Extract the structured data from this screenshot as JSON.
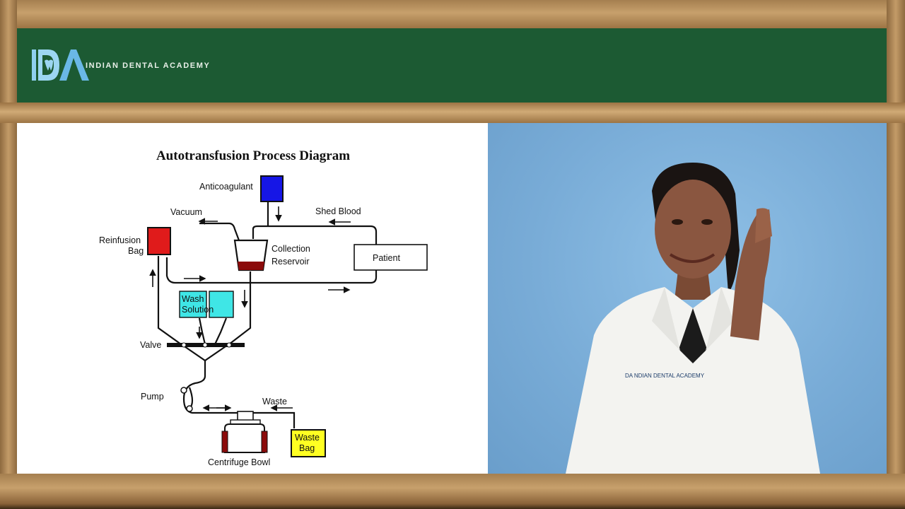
{
  "header": {
    "brand_name": "INDIAN DENTAL ACADEMY",
    "logo_letters": "IDA",
    "banner_color": "#1c5a33"
  },
  "diagram": {
    "title": "Autotransfusion Process Diagram",
    "labels": {
      "anticoagulant": "Anticoagulant",
      "vacuum": "Vacuum",
      "shed_blood": "Shed Blood",
      "reinfusion_line1": "Reinfusion",
      "reinfusion_line2": "Bag",
      "collection_line1": "Collection",
      "collection_line2": "Reservoir",
      "patient": "Patient",
      "wash_line1": "Wash",
      "wash_line2": "Solution",
      "valve": "Valve",
      "pump": "Pump",
      "waste": "Waste",
      "waste_bag_line1": "Waste",
      "waste_bag_line2": "Bag",
      "centrifuge_bowl": "Centrifuge Bowl"
    },
    "colors": {
      "anticoagulant": "#1616e6",
      "reinfusion": "#e01b1b",
      "wash": "#3fe6e6",
      "waste_bag": "#ffff22",
      "blood": "#8b0b0b"
    }
  },
  "video": {
    "description_free": true,
    "badge_text": "DA NDIAN DENTAL ACADEMY"
  }
}
